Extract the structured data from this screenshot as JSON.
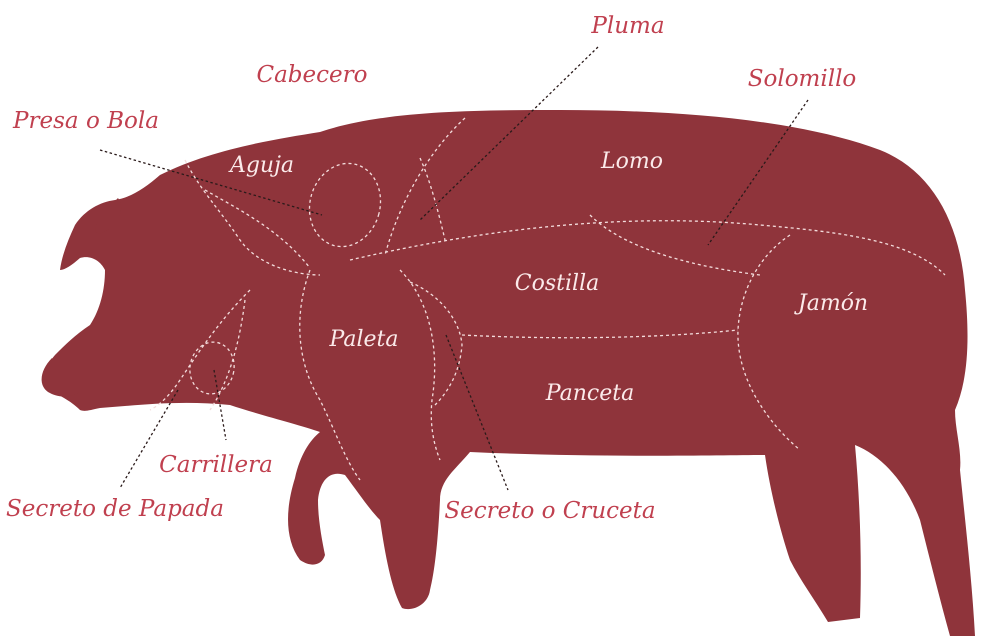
{
  "colors": {
    "pig_fill": "#8f343b",
    "outside_label": "#c0404f",
    "inside_label": "#fbeaea",
    "cut_line": "#f3dcdc",
    "leader_line": "#2a1a1a"
  },
  "outside_labels": {
    "cabecero": "Cabecero",
    "pluma": "Pluma",
    "solomillo": "Solomillo",
    "presa": "Presa o Bola",
    "carrillera": "Carrillera",
    "secreto_papada": "Secreto de Papada",
    "secreto_cruceta": "Secreto o Cruceta"
  },
  "inside_labels": {
    "aguja": "Aguja",
    "lomo": "Lomo",
    "costilla": "Costilla",
    "jamon": "Jamón",
    "paleta": "Paleta",
    "panceta": "Panceta"
  }
}
